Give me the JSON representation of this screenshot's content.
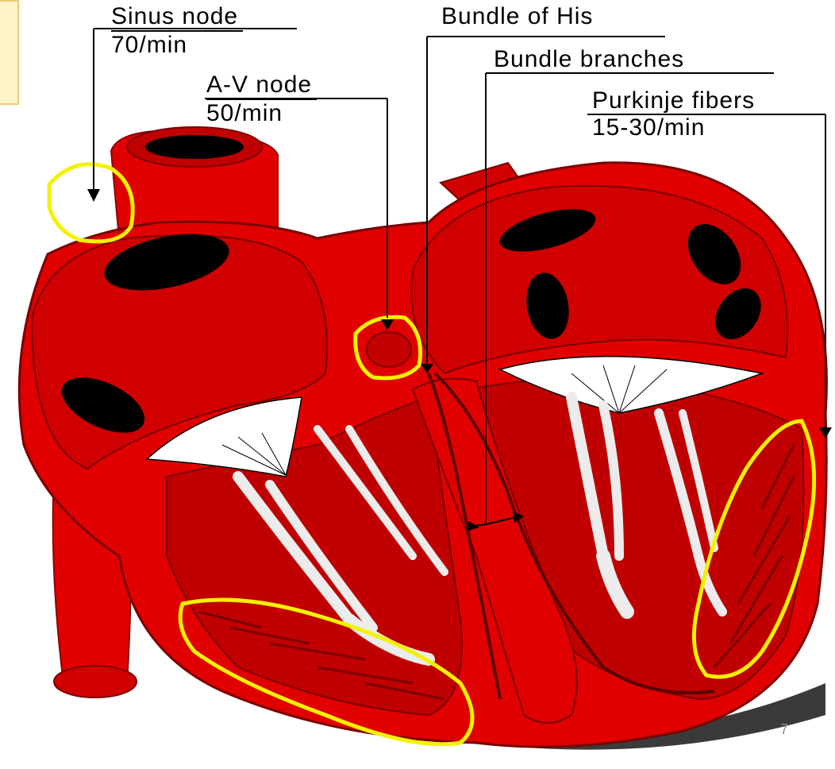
{
  "labels": {
    "sinus_node": {
      "name": "Sinus node",
      "rate": "70/min"
    },
    "av_node": {
      "name": "A-V node",
      "rate": "50/min"
    },
    "bundle_of_his": {
      "name": "Bundle of His"
    },
    "bundle_branches": {
      "name": "Bundle branches"
    },
    "purkinje_fibers": {
      "name": "Purkinje fibers",
      "rate": "15-30/min"
    }
  },
  "slide_number": "7",
  "colors": {
    "heart_red": "#e00000",
    "dark_red": "#b40000",
    "highlight_yellow": "#f5f200",
    "chamber_black": "#000000",
    "tendon_white": "#ececec"
  }
}
